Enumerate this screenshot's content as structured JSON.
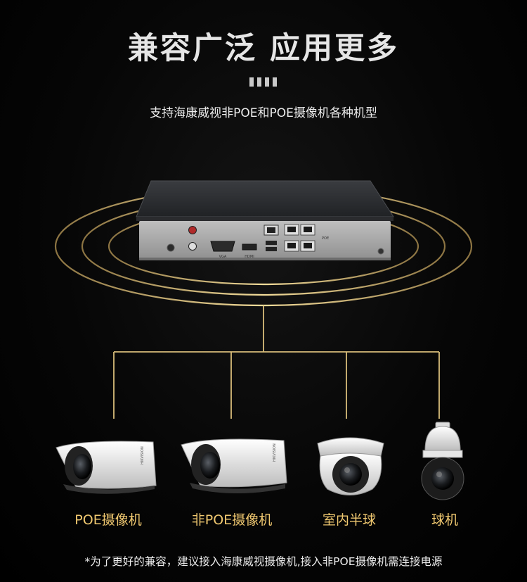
{
  "headline": "兼容广泛 应用更多",
  "subtitle": "支持海康威视非POE和POE摄像机各种机型",
  "cameras": [
    {
      "label": "POE摄像机"
    },
    {
      "label": "非POE摄像机"
    },
    {
      "label": "室内半球"
    },
    {
      "label": "球机"
    }
  ],
  "nvr": {
    "poe_port_label": "POE",
    "vga_label": "VGA",
    "hdmi_label": "HDMI"
  },
  "camera_brand": "HIKVISION",
  "footnote": "*为了更好的兼容，建议接入海康威视摄像机,接入非POE摄像机需连接电源",
  "colors": {
    "accent_gold": "#f0c870",
    "line_gold": "#d8bd7a",
    "background": "#000000"
  },
  "icons": [
    "nvr-device",
    "bullet-camera",
    "dome-camera",
    "ptz-camera"
  ]
}
